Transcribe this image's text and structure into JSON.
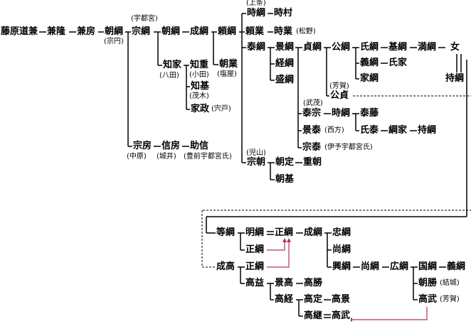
{
  "names": {
    "fujiwara_michikane": "藤原道兼",
    "kanetaka": "兼隆",
    "kanefusa": "兼房",
    "tomotsuna": "朝綱",
    "munetsuna": "宗綱",
    "tomotsuna2": "朝綱",
    "narítsuna": "成綱",
    "yoritsuna": "頼綱",
    "tokitsuna": "時綱",
    "tokimura": "時村",
    "yorinari": "頼業",
    "tokinari": "時業",
    "yasutsuna": "泰綱",
    "kagetsuna": "景綱",
    "sadatsuna": "貞綱",
    "kimitsuna": "公綱",
    "ujitsuna": "氏綱",
    "mototsuna": "基綱",
    "mitsutsuna": "満綱",
    "onna": "女",
    "mochitsuna": "持綱",
    "yoshitsuna": "義綱",
    "ujiie": "氏家",
    "ietsuna": "家綱",
    "tsunetsuna": "経綱",
    "moritsuna": "盛綱",
    "kimisada": "公貞",
    "yasumune": "泰宗",
    "tokitsuna2": "時綱",
    "yasufuji": "泰藤",
    "ujiyasu": "氏泰",
    "tsunaie": "綱家",
    "mochitsuna2": "持綱",
    "kageyasu": "景泰",
    "muneyasu": "宗泰",
    "tomonari": "朝業",
    "tomoie": "知家",
    "tomoshige": "知重",
    "tomomoto": "知基",
    "iemasa": "家政",
    "munefusa": "宗房",
    "nobufusa": "信房",
    "sukenobu": "助信",
    "munetomo": "宗朝",
    "tomosada": "朝定",
    "shigetomo": "重朝",
    "tomomoto2": "朝基",
    "hitotsuna": "等綱",
    "akitsuna": "明綱",
    "masatsuna": "正綱",
    "naritsuna2": "成綱",
    "tadatsuna": "忠綱",
    "masatsuna2": "正綱",
    "hisatsuna": "尚綱",
    "oki_tsuna": "興綱",
    "hisatsuna2": "尚綱",
    "hirotsuna": "広綱",
    "kunitsuna": "国綱",
    "yoshitsuna2": "義綱",
    "naritaka": "成高",
    "masatsuna3": "正綱",
    "tomokatsu": "朝勝",
    "takatake": "高武",
    "takamasu": "高益",
    "kagetaka": "景高",
    "takakatsu": "高勝",
    "takatsune": "高経",
    "takasada": "高定",
    "takakage": "高景",
    "takatsugu": "高継",
    "takatake2": "高武"
  },
  "annotations": {
    "soen": "(宗円)",
    "utsunomiya": "(宇都宮)",
    "kamijo": "(上条)",
    "matsuno": "(松野)",
    "shioya": "(塩屋)",
    "yata": "(八田)",
    "oda": "(小田)",
    "mogi": "(茂木)",
    "shishido": "(宍戸)",
    "haga": "(芳賀)",
    "takeshige": "(武茂)",
    "saiho": "(西方)",
    "iyo_utsunomiya": "(伊予宇都宮氏)",
    "koyama": "(児山)",
    "nakahara": "(中原)",
    "shiroi": "(城井)",
    "buzen_utsunomiya": "(豊前宇都宮氏)",
    "yuki": "(結城)",
    "haga2": "(芳賀)"
  },
  "colors": {
    "line": "#000000",
    "adoption_arrow": "#b0306a",
    "dashed": "#000000"
  }
}
